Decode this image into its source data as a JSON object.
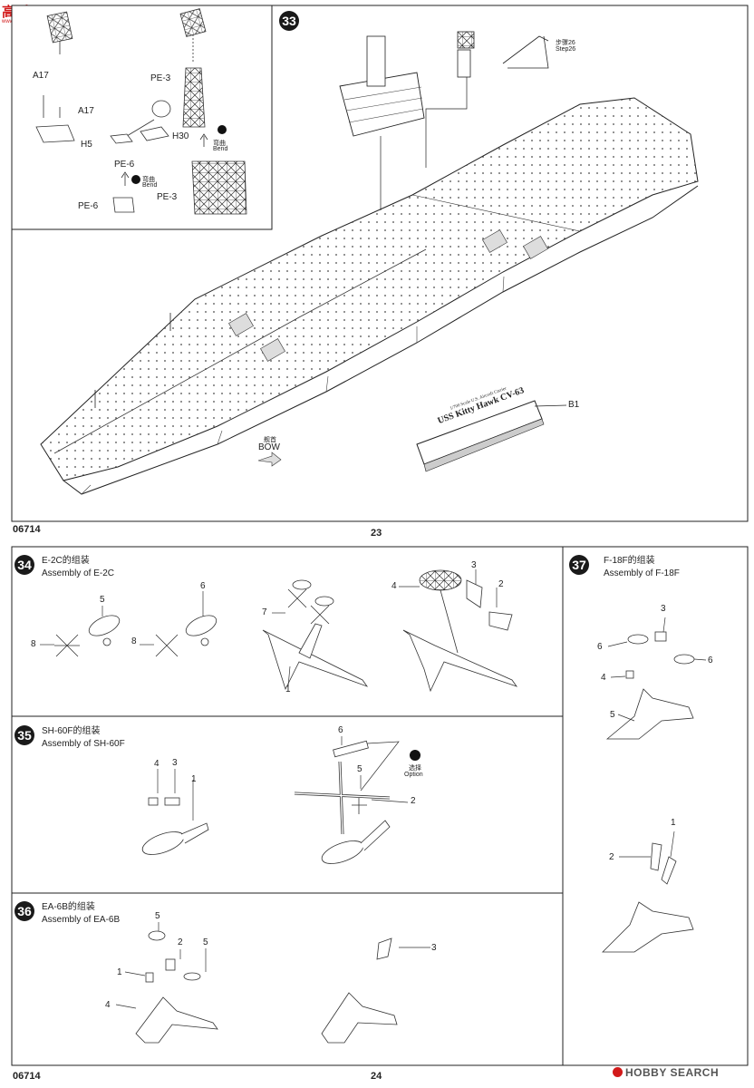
{
  "site_logo": "高手网",
  "site_url": "www.gaoshou.com",
  "page23": {
    "step": "33",
    "inset": {
      "labels": {
        "a17a": "A17",
        "a17b": "A17",
        "h5": "H5",
        "pe3a": "PE-3",
        "h30": "H30",
        "bend1_cn": "弯曲",
        "bend1_en": "Bend",
        "pe6a": "PE-6",
        "bend2_cn": "弯曲",
        "bend2_en": "Bend",
        "pe3b": "PE-3",
        "pe6b": "PE-6"
      }
    },
    "step26_cn": "步骤26",
    "step26_en": "Step26",
    "b1": "B1",
    "bow_cn": "舰首",
    "bow_en": "BOW",
    "plaque_line1": "1/700 Scale U.S. Aircraft Carrier",
    "plaque_line2": "USS Kitty Hawk CV-63",
    "code": "06714",
    "page_number": "23"
  },
  "page24": {
    "code": "06714",
    "page_number": "24",
    "watermark": "HOBBY SEARCH",
    "step34": {
      "num": "34",
      "title_cn": "E-2C的组装",
      "title_en": "Assembly of E-2C",
      "parts": [
        "5",
        "6",
        "8",
        "8",
        "7",
        "1",
        "4",
        "3",
        "2"
      ]
    },
    "step35": {
      "num": "35",
      "title_cn": "SH-60F的组装",
      "title_en": "Assembly of SH-60F",
      "parts": [
        "4",
        "3",
        "1",
        "6",
        "5",
        "2"
      ],
      "option_cn": "选择",
      "option_en": "Option"
    },
    "step36": {
      "num": "36",
      "title_cn": "EA-6B的组装",
      "title_en": "Assembly of EA-6B",
      "parts": [
        "5",
        "2",
        "5",
        "1",
        "4",
        "3"
      ]
    },
    "step37": {
      "num": "37",
      "title_cn": "F-18F的组装",
      "title_en": "Assembly of F-18F",
      "parts": [
        "3",
        "6",
        "6",
        "4",
        "5",
        "1",
        "2"
      ]
    }
  }
}
